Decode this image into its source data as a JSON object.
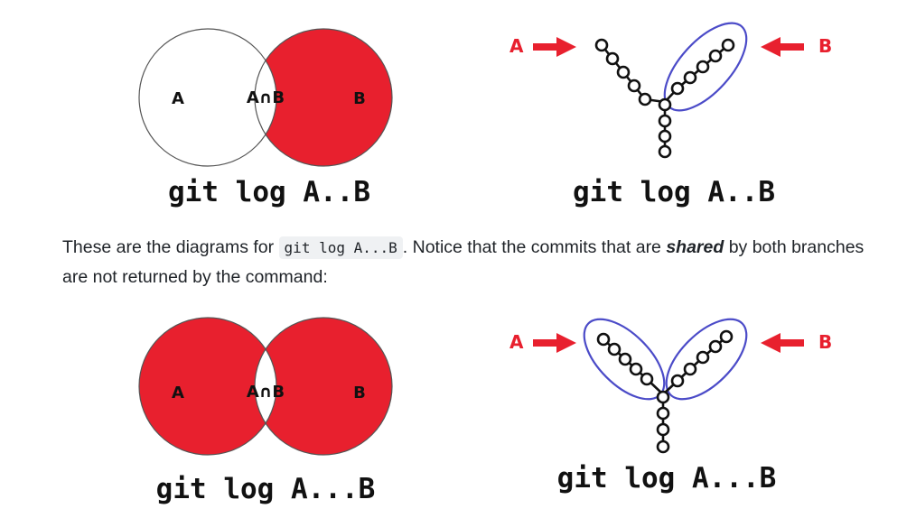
{
  "colors": {
    "accent": "#e8202e",
    "outline": "#4b4bc8",
    "text": "#111111"
  },
  "diagram_two_dot": {
    "venn": {
      "left_label": "A",
      "intersection_label": "A∩B",
      "right_label": "B",
      "caption": "git log A..B"
    },
    "graph": {
      "left_label": "A",
      "right_label": "B",
      "caption": "git log A..B"
    }
  },
  "paragraph": {
    "before_code": "These are the diagrams for ",
    "code": "git log A...B",
    "middle": ". Notice that the commits that are ",
    "emphasis": "shared",
    "after": " by both branches are not returned by the command:"
  },
  "diagram_three_dot": {
    "venn": {
      "left_label": "A",
      "intersection_label": "A∩B",
      "right_label": "B",
      "caption": "git log A...B"
    },
    "graph": {
      "left_label": "A",
      "right_label": "B",
      "caption": "git log A...B"
    }
  }
}
